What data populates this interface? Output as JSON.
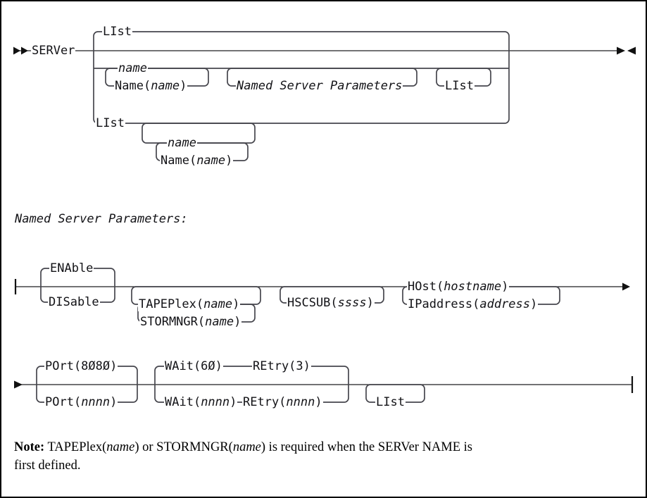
{
  "page": {
    "background_color": "#ffffff",
    "rail_line_color": "#1d1d21",
    "loop_line_color": "#46464d",
    "text_color": "#121216"
  },
  "rail1": {
    "start_keyword": "SERVer",
    "top_option": "LIst",
    "named_branch": {
      "name_variable": "name",
      "name_kw_open": "Name(",
      "name_kw_var": "name",
      "name_kw_close": ")",
      "fragment_reference": "Named Server Parameters",
      "list_option": "LIst"
    },
    "list_branch": {
      "keyword": "LIst",
      "name_variable": "name",
      "name_kw_open": "Name(",
      "name_kw_var": "name",
      "name_kw_close": ")"
    }
  },
  "fragment_heading": "Named Server Parameters:",
  "rail2": {
    "enable_default": "ENAble",
    "disable_option": "DISable",
    "tapeplex_open": "TAPEPlex(",
    "tapeplex_var": "name",
    "tapeplex_close": ")",
    "stormngr_open": "STORMNGR(",
    "stormngr_var": "name",
    "stormngr_close": ")",
    "hscsub_open": "HSCSUB(",
    "hscsub_var": "ssss",
    "hscsub_close": ")",
    "host_open": "HOst(",
    "host_var": "hostname",
    "host_close": ")",
    "ip_open": "IPaddress(",
    "ip_var": "address",
    "ip_close": ")"
  },
  "rail3": {
    "port_default": "POrt(8Ø8Ø)",
    "port_open": "POrt(",
    "port_var": "nnnn",
    "port_close": ")",
    "wait_default": "WAit(6Ø)",
    "retry_default": "REtry(3)",
    "wait_open": "WAit(",
    "wait_var": "nnnn",
    "wait_close": ")",
    "retry_open": "REtry(",
    "retry_var": "nnnn",
    "retry_close": ")",
    "list_option": "LIst"
  },
  "note": {
    "label": "Note:",
    "seg_a": " TAPEPlex(",
    "var_a": "name",
    "seg_b": ") or STORMNGR(",
    "var_b": "name",
    "seg_c": ") is required when the SERVer NAME is",
    "line2": "first defined."
  }
}
